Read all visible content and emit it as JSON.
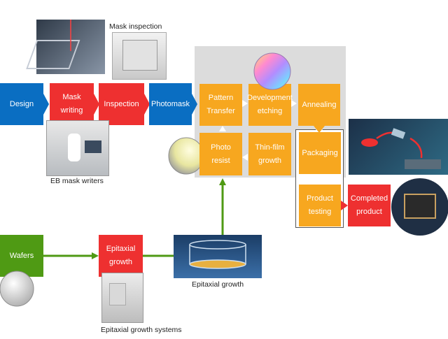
{
  "labels": {
    "mask_inspection": "Mask inspection",
    "eb_mask_writers": "EB mask writers",
    "epitaxial_growth_caption": "Epitaxial growth",
    "epitaxial_growth_systems": "Epitaxial growth systems"
  },
  "steps": {
    "design": "Design",
    "mask_writing_1": "Mask",
    "mask_writing_2": "writing",
    "inspection": "Inspection",
    "photomask": "Photomask",
    "pattern_transfer_1": "Pattern",
    "pattern_transfer_2": "Transfer",
    "development_1": "Development",
    "development_2": "etching",
    "annealing": "Annealing",
    "photo_resist_1": "Photo",
    "photo_resist_2": "resist",
    "thin_film_1": "Thin-film",
    "thin_film_2": "growth",
    "packaging": "Packaging",
    "product_testing_1": "Product",
    "product_testing_2": "testing",
    "completed_1": "Completed",
    "completed_2": "product",
    "wafers": "Wafers",
    "epitaxial_1": "Epitaxial",
    "epitaxial_2": "growth"
  },
  "colors": {
    "blue": "#0a6ec2",
    "red": "#ee3030",
    "orange": "#f7a71f",
    "green": "#4f9a14",
    "panel": "#dcdcdc"
  }
}
